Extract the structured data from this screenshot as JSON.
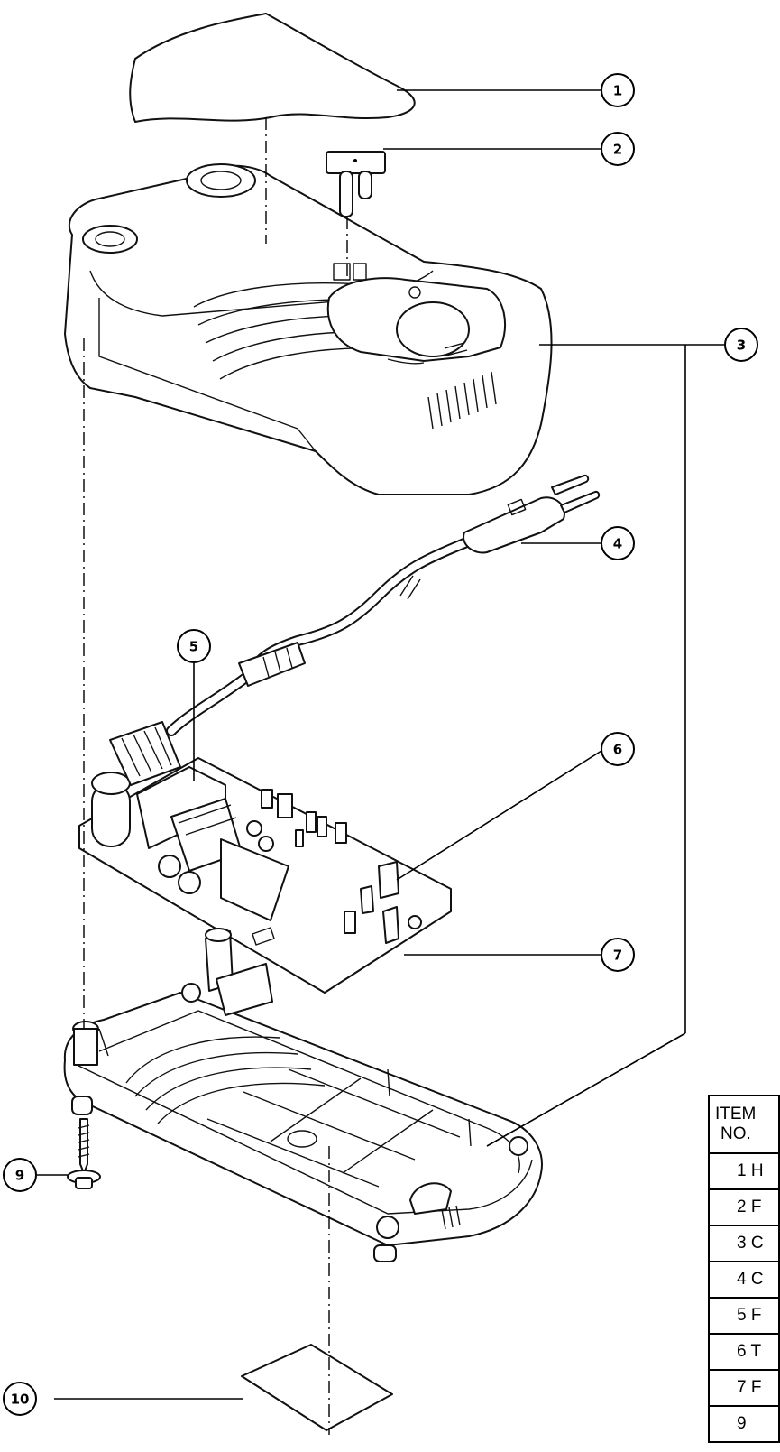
{
  "callouts": [
    "1",
    "2",
    "3",
    "4",
    "5",
    "6",
    "7",
    "9",
    "10"
  ],
  "table": {
    "header_line1": "ITEM",
    "header_line2": "NO.",
    "rows": [
      "1 H",
      "2 F",
      "3 C",
      "4 C",
      "5 F",
      "6 T",
      "7 F",
      "9"
    ]
  }
}
